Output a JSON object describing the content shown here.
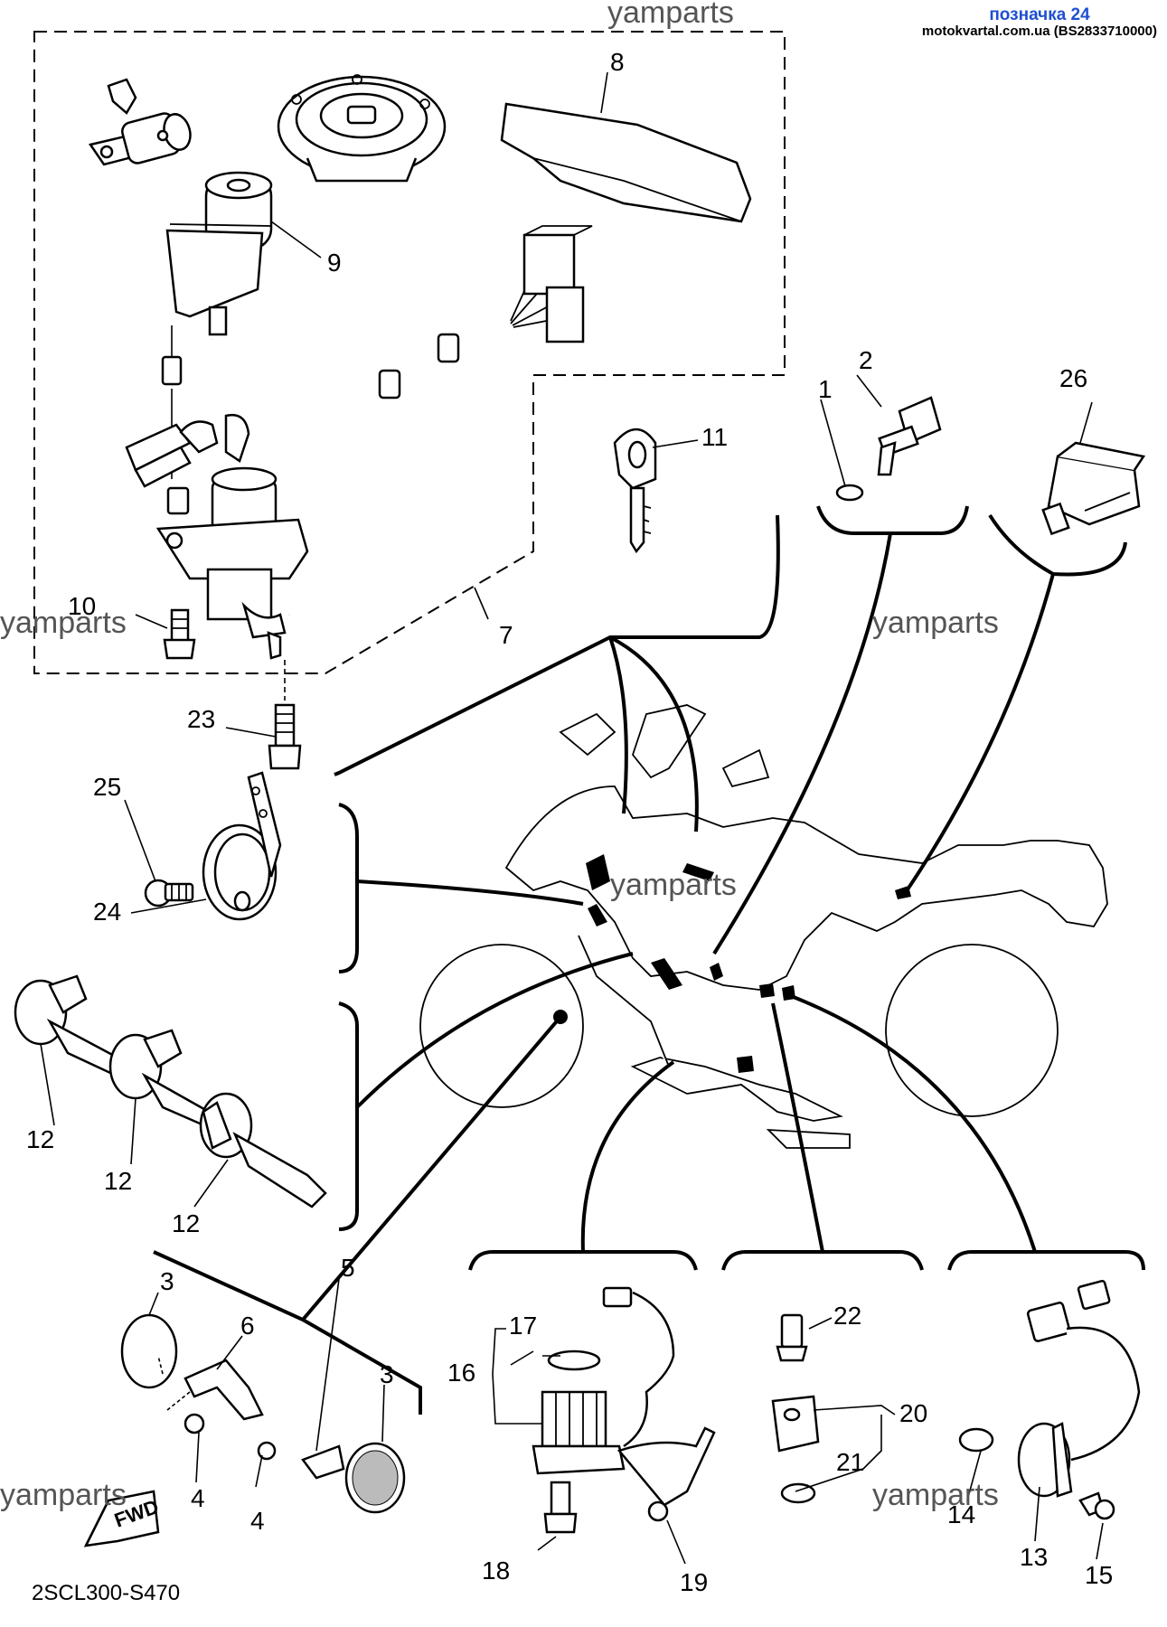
{
  "stamp": {
    "title": "позначка 24",
    "site": "motokvartal.com.ua (BS2833710000)"
  },
  "watermark": "yamparts",
  "diagram_code": "2SCL300-S470",
  "fwd_label": "FWD",
  "callouts": {
    "c1": "1",
    "c2": "2",
    "c3a": "3",
    "c3b": "3",
    "c4a": "4",
    "c4b": "4",
    "c5": "5",
    "c6": "6",
    "c7": "7",
    "c8": "8",
    "c9": "9",
    "c10": "10",
    "c11": "11",
    "c12a": "12",
    "c12b": "12",
    "c12c": "12",
    "c13": "13",
    "c14": "14",
    "c15": "15",
    "c16": "16",
    "c17": "17",
    "c18": "18",
    "c19": "19",
    "c20": "20",
    "c21": "21",
    "c22": "22",
    "c23": "23",
    "c24": "24",
    "c25": "25",
    "c26": "26"
  }
}
